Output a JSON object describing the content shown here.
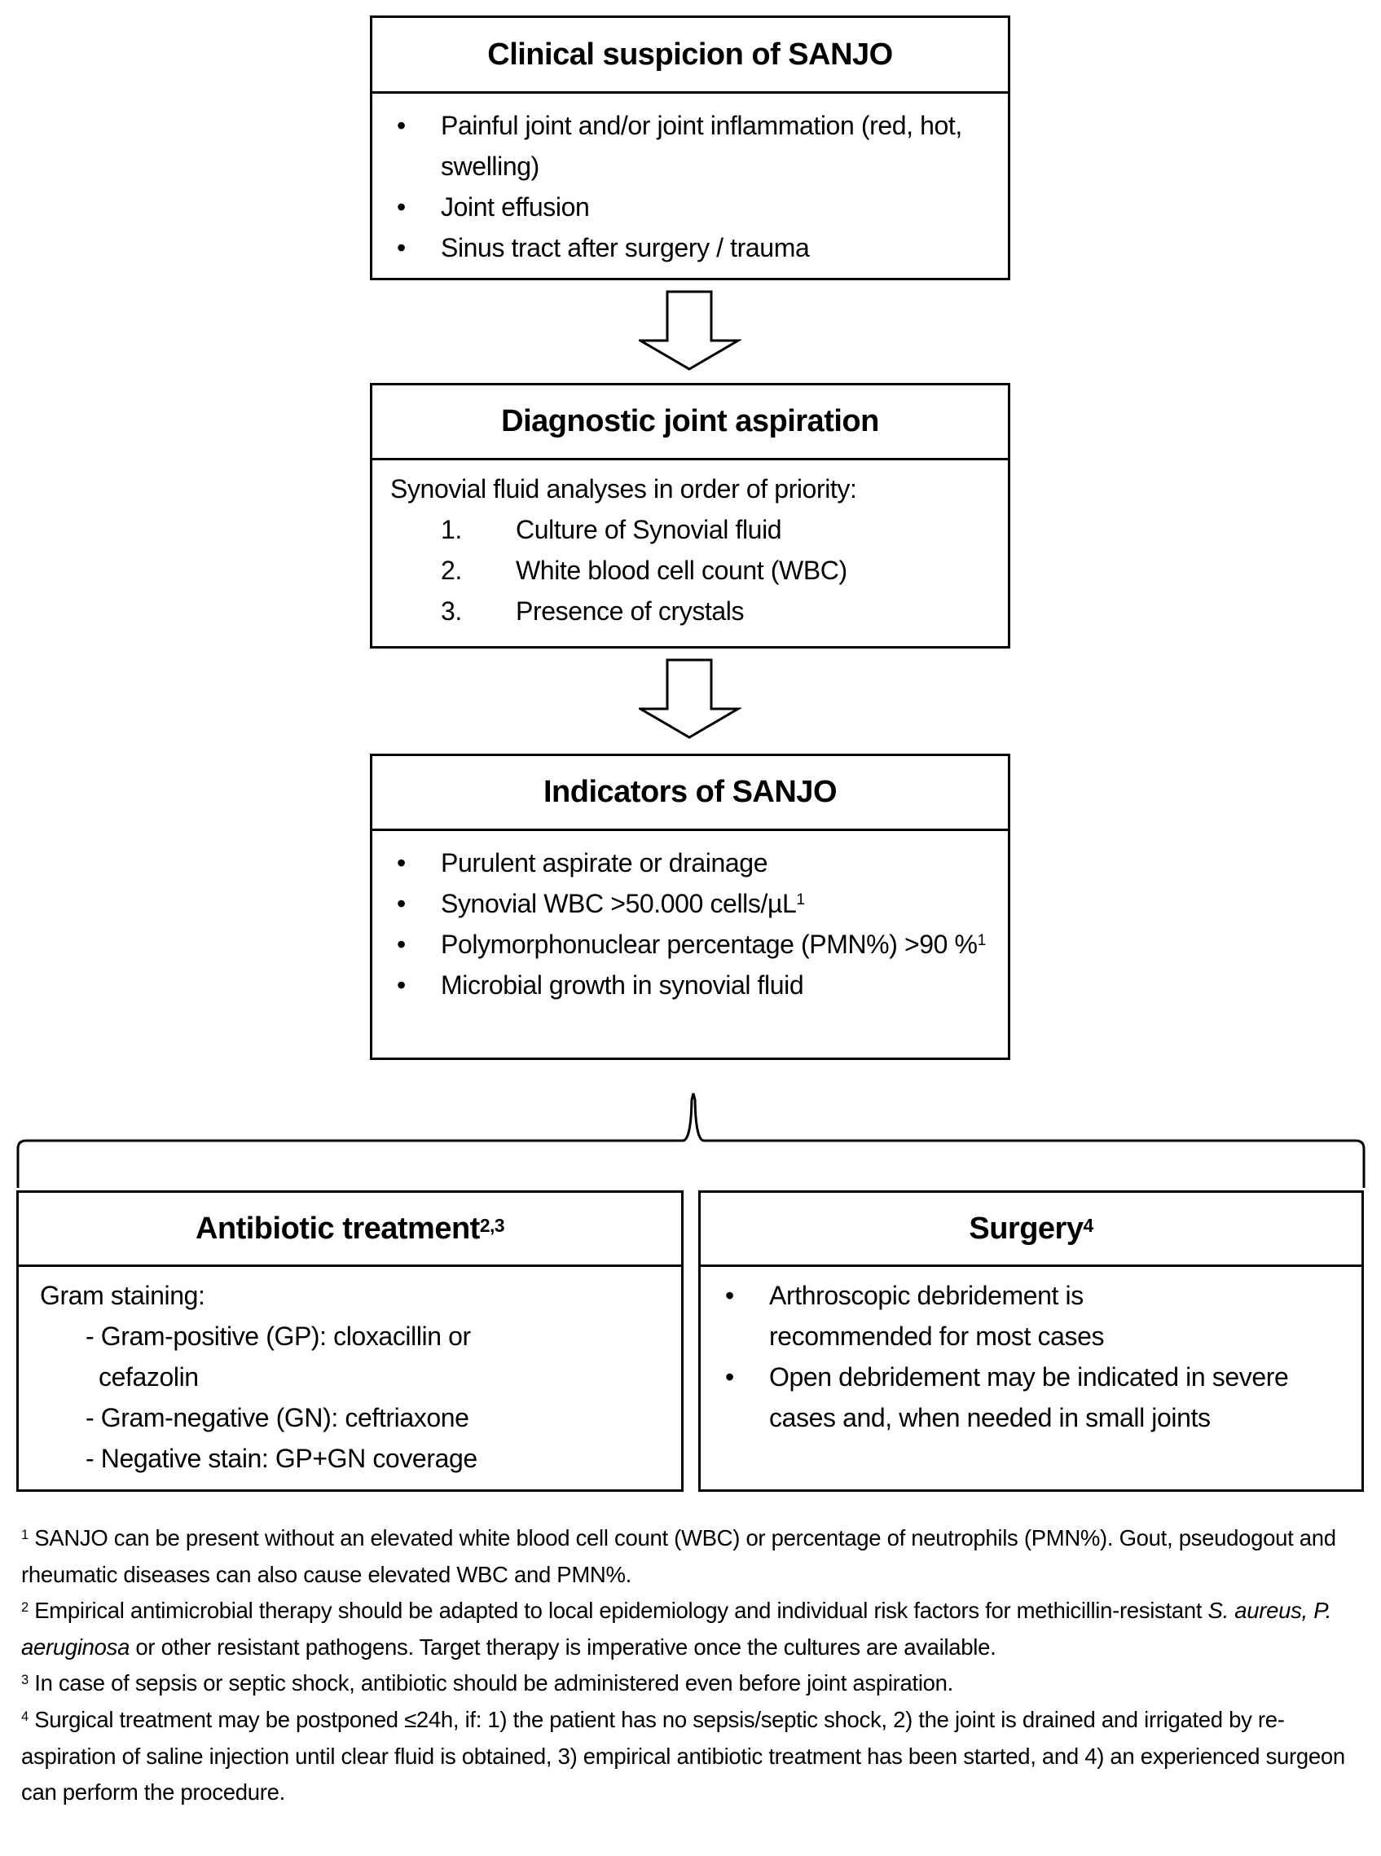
{
  "box1": {
    "title": "Clinical suspicion of SANJO",
    "items": [
      "Painful joint and/or joint inflammation (red, hot, swelling)",
      "Joint effusion",
      "Sinus tract after surgery / trauma"
    ]
  },
  "box2": {
    "title": "Diagnostic joint aspiration",
    "intro": "Synovial fluid analyses in order of priority:",
    "items": [
      {
        "num": "1.",
        "text": "Culture of Synovial fluid"
      },
      {
        "num": "2.",
        "text": "White blood cell count (WBC)"
      },
      {
        "num": "3.",
        "text": "Presence of crystals"
      }
    ]
  },
  "box3": {
    "title": "Indicators of SANJO",
    "items": [
      {
        "text": "Purulent aspirate or drainage",
        "sup": ""
      },
      {
        "text": "Synovial WBC >50.000 cells/µL",
        "sup": "1"
      },
      {
        "text": "Polymorphonuclear percentage (PMN%) >90 %",
        "sup": "1"
      },
      {
        "text": "Microbial growth in synovial fluid",
        "sup": ""
      }
    ]
  },
  "antibiotic": {
    "title": "Antibiotic treatment",
    "sup": "2,3",
    "intro": "Gram staining:",
    "items": [
      "- Gram-positive (GP): cloxacillin or cefazolin",
      "- Gram-negative (GN): ceftriaxone",
      "- Negative stain: GP+GN coverage"
    ]
  },
  "surgery": {
    "title": "Surgery",
    "sup": "4",
    "items": [
      "Arthroscopic debridement is recommended for most cases",
      "Open debridement may be indicated in severe cases and, when needed in small joints"
    ]
  },
  "footnotes": [
    {
      "num": "1",
      "text": "SANJO can be present without an elevated white blood cell count (WBC) or percentage of neutrophils (PMN%). Gout, pseudogout and rheumatic diseases can also cause elevated WBC and PMN%."
    },
    {
      "num": "2",
      "pre": "Empirical antimicrobial therapy should be adapted to local epidemiology and individual risk factors for methicillin-resistant ",
      "italic": "S. aureus, P. aeruginosa",
      "post": " or other resistant pathogens. Target therapy is imperative once the cultures are available."
    },
    {
      "num": "3",
      "text": "In case of sepsis or septic shock, antibiotic should be administered even before joint aspiration."
    },
    {
      "num": "4",
      "text": "Surgical treatment may be postponed ≤24h, if: 1) the patient has no sepsis/septic shock, 2) the joint is drained and irrigated by re-aspiration of saline injection until clear fluid is obtained, 3) empirical antibiotic treatment has been started, and 4) an experienced surgeon can perform the procedure."
    }
  ]
}
